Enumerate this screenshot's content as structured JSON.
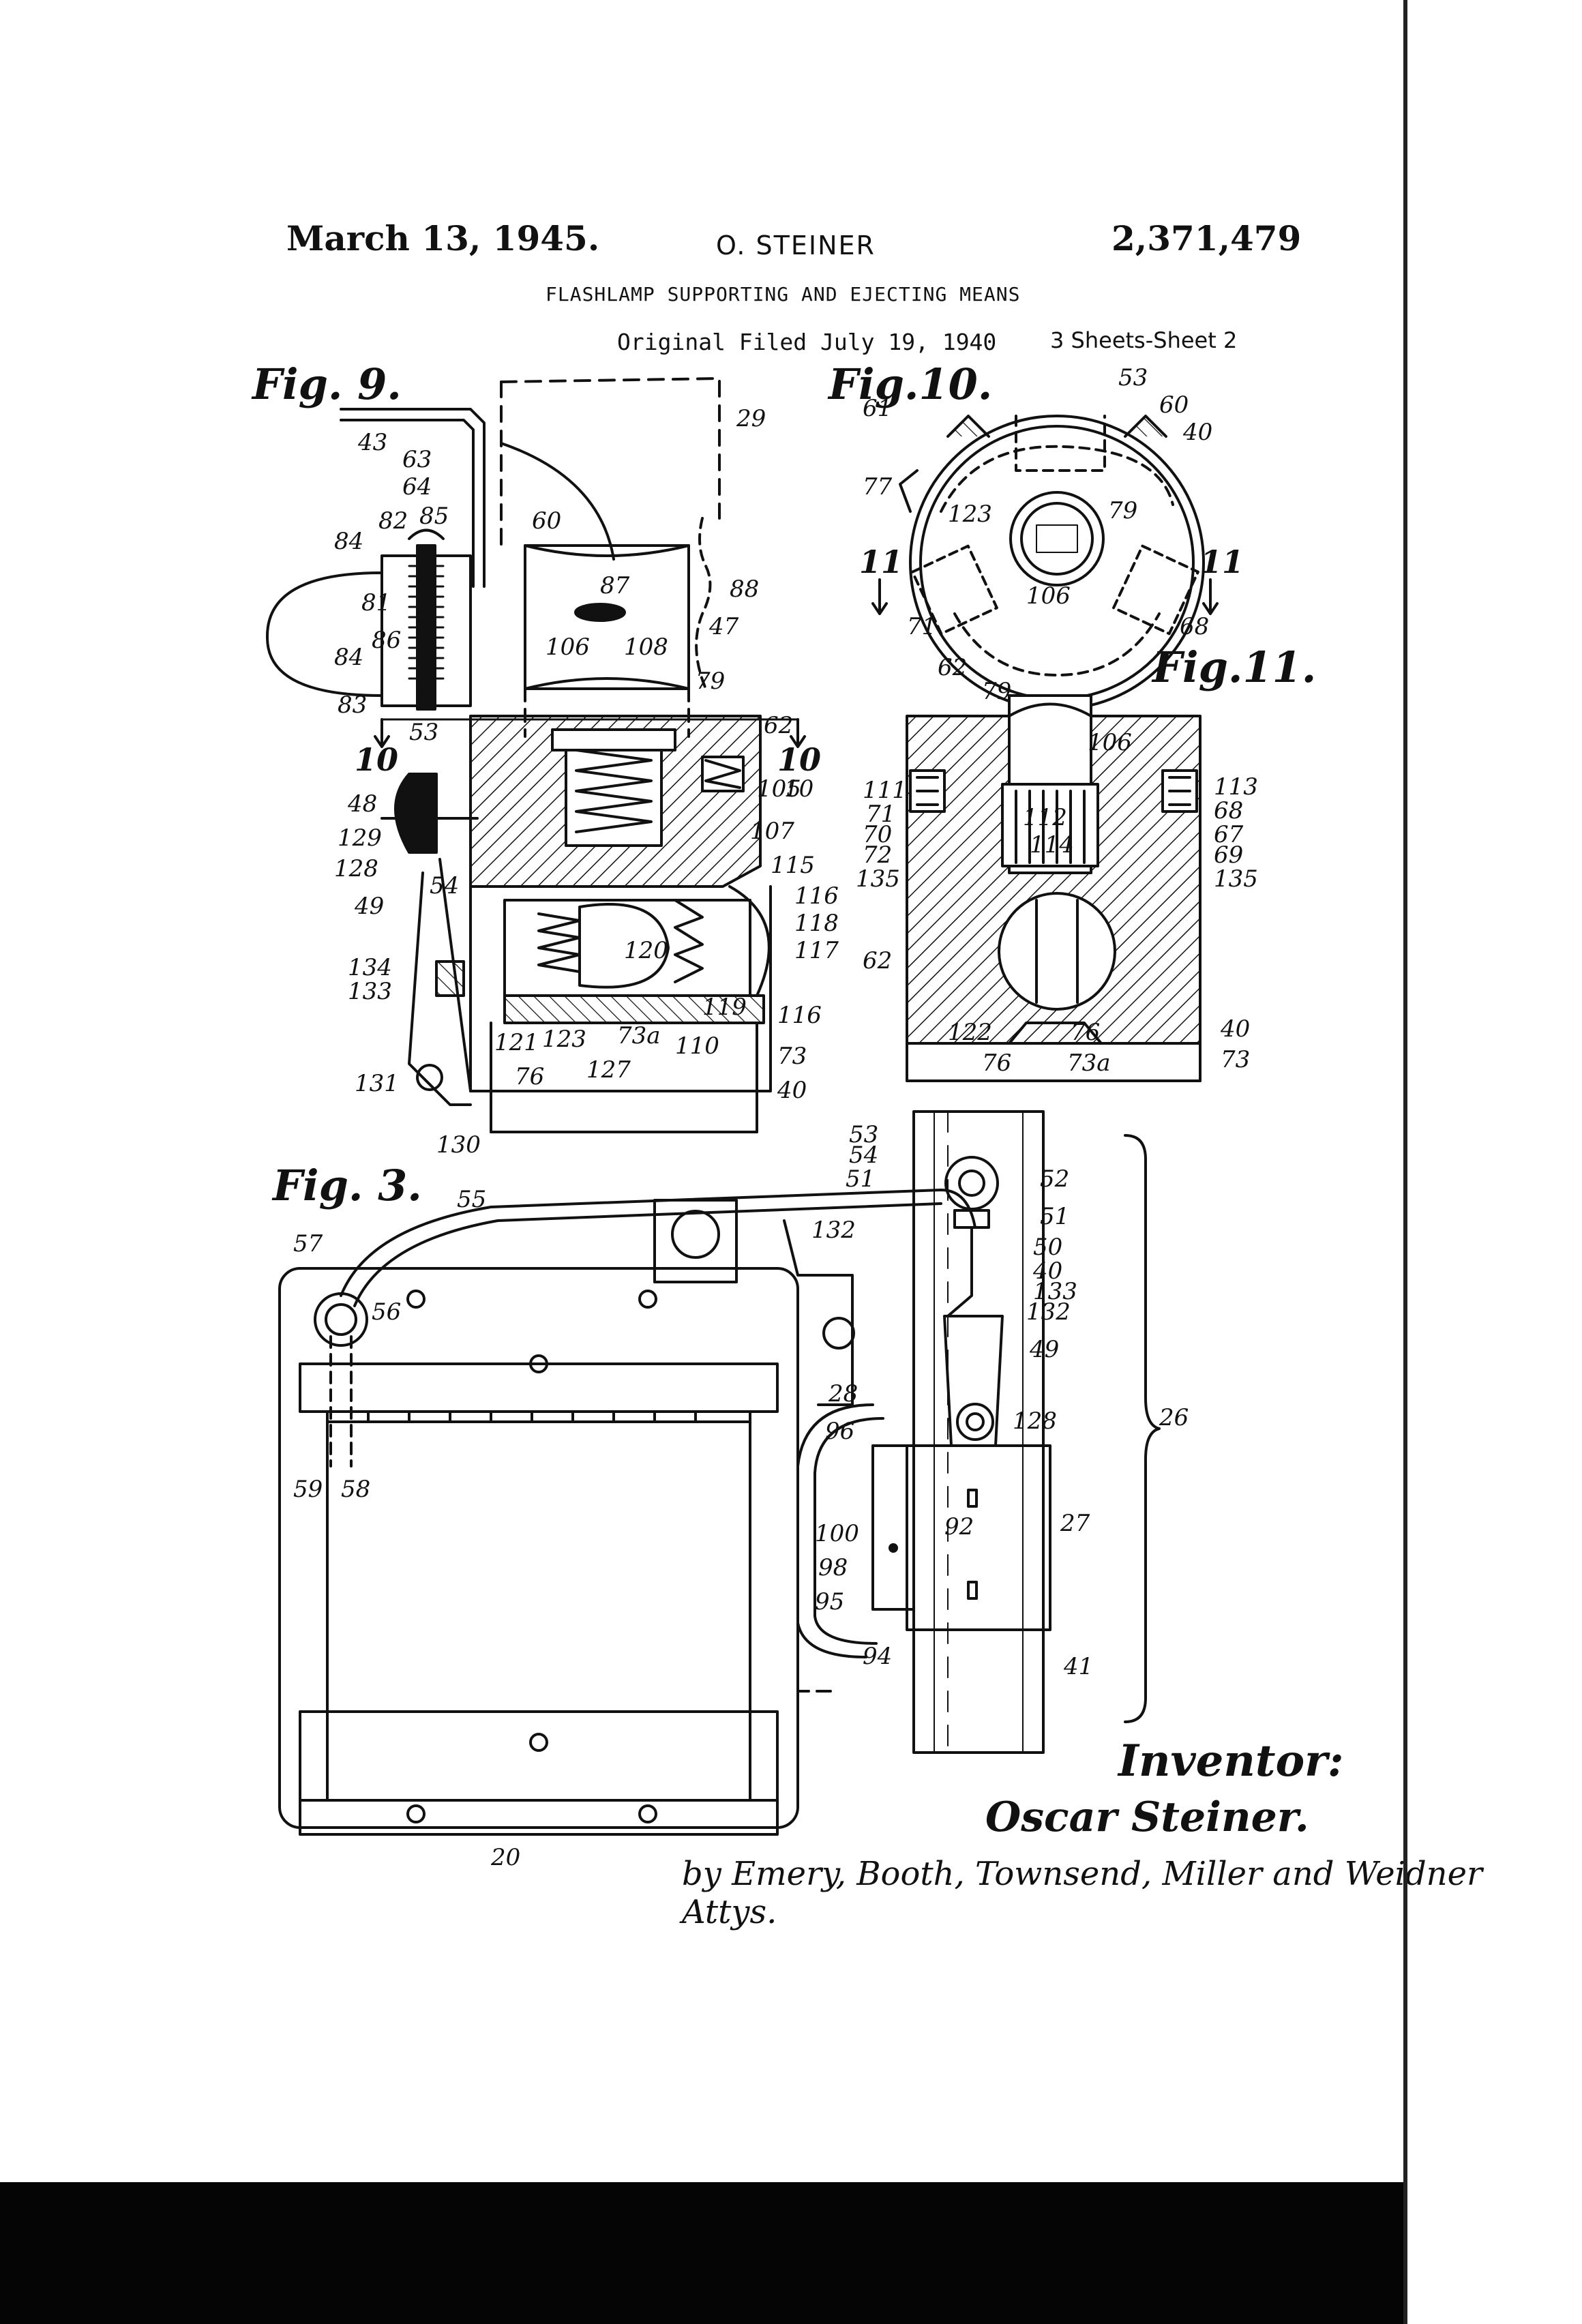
{
  "header": {
    "date": "March 13, 1945.",
    "inventor": "O. STEINER",
    "patent_number": "2,371,479",
    "title": "FLASHLAMP SUPPORTING AND EJECTING MEANS",
    "filed": "Original Filed July 19, 1940",
    "sheets": "3 Sheets-Sheet 2"
  },
  "figures": {
    "fig9": "Fig. 9.",
    "fig10": "Fig.10.",
    "fig11": "Fig.11.",
    "fig3": "Fig. 3."
  },
  "section_marks": [
    "10",
    "10",
    "11",
    "11"
  ],
  "refs_fig9": [
    "43",
    "63",
    "64",
    "82",
    "85",
    "84",
    "81",
    "86",
    "84",
    "83",
    "60",
    "87",
    "88",
    "47",
    "106",
    "108",
    "79",
    "29",
    "53",
    "62",
    "10",
    "105",
    "107",
    "48",
    "129",
    "128",
    "54",
    "49",
    "115",
    "116",
    "118",
    "117",
    "120",
    "134",
    "133",
    "121",
    "123",
    "73a",
    "110",
    "119",
    "116",
    "73",
    "76",
    "127",
    "40",
    "131",
    "130"
  ],
  "refs_fig10": [
    "61",
    "53",
    "60",
    "40",
    "77",
    "123",
    "79",
    "106",
    "71",
    "68",
    "62"
  ],
  "refs_fig11": [
    "79",
    "106",
    "111",
    "71",
    "70",
    "72",
    "135",
    "113",
    "68",
    "67",
    "69",
    "135",
    "112",
    "114",
    "62",
    "122",
    "76",
    "76",
    "73a",
    "40",
    "73"
  ],
  "refs_fig3": [
    "55",
    "57",
    "56",
    "59",
    "58",
    "20",
    "132",
    "53",
    "54",
    "51",
    "52",
    "51",
    "50",
    "40",
    "133",
    "132",
    "49",
    "128",
    "26",
    "28",
    "96",
    "92",
    "27",
    "100",
    "98",
    "95",
    "94",
    "41"
  ],
  "signature": {
    "label": "Inventor:",
    "name": "Oscar Steiner.",
    "attorneys": "by Emery, Booth, Townsend, Miller and Weidner Attys."
  }
}
